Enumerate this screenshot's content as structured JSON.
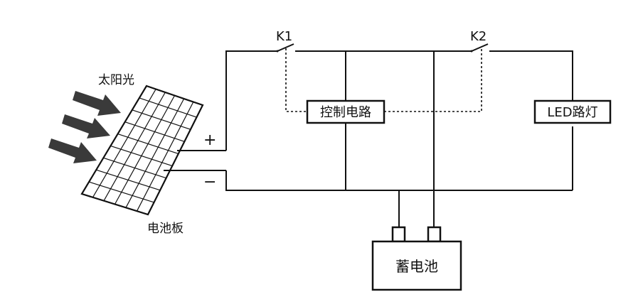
{
  "labels": {
    "sunlight": "太阳光",
    "panel": "电池板",
    "plus": "+",
    "minus": "−",
    "switch1": "K1",
    "switch2": "K2",
    "controller": "控制电路",
    "led": "LED路灯",
    "battery": "蓄电池"
  }
}
